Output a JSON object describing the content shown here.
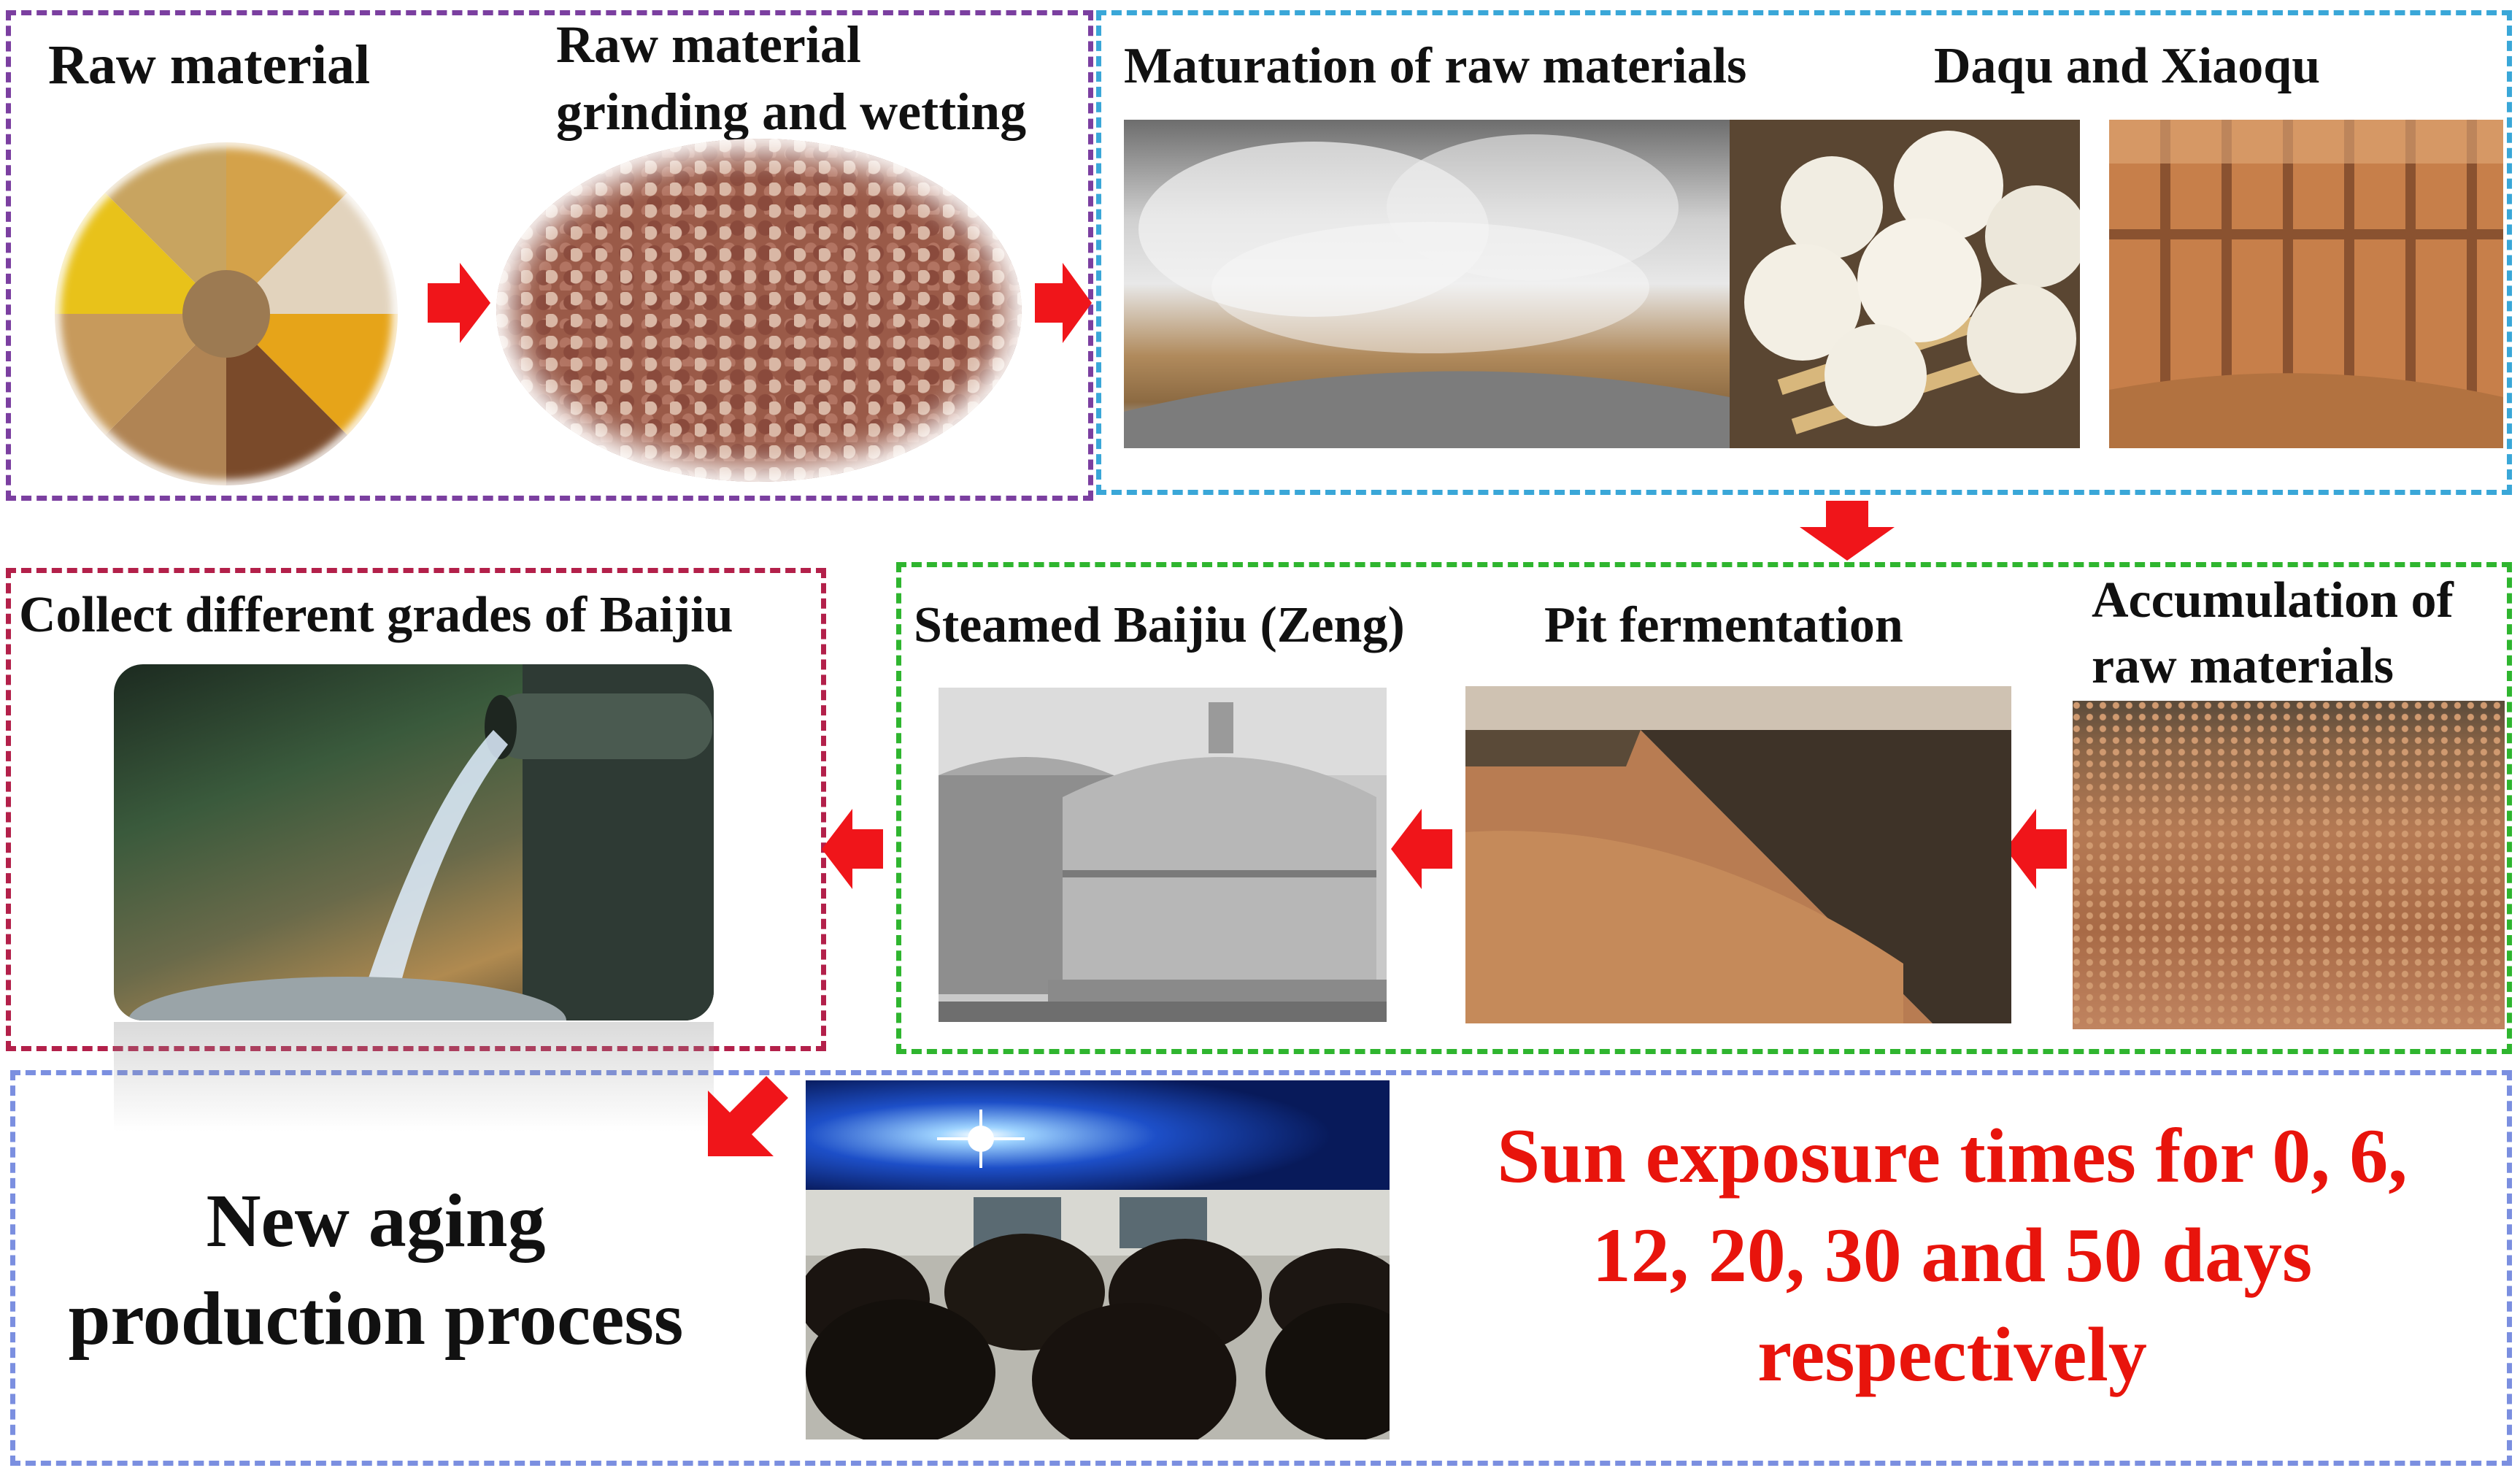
{
  "colors": {
    "box_purple": "#7b3fa0",
    "box_cyan": "#3aa7d8",
    "box_crimson": "#b3204a",
    "box_green": "#2fb52f",
    "box_blue": "#7b8fe0",
    "arrow_red": "#f0151a",
    "highlight_red": "#e8140c"
  },
  "steps": {
    "raw_material": "Raw material",
    "grinding_line1": "Raw material",
    "grinding_line2": "grinding and wetting",
    "maturation": "Maturation of raw materials",
    "daqu": "Daqu and Xiaoqu",
    "accumulation_line1": "Accumulation of",
    "accumulation_line2": "raw materials",
    "pit": "Pit fermentation",
    "steamed": "Steamed Baijiu (Zeng)",
    "collect": "Collect different grades of Baijiu"
  },
  "aging": {
    "line1": "New aging",
    "line2": "production process"
  },
  "sun": {
    "line1": "Sun exposure times for 0, 6,",
    "line2": "12, 20, 30 and 50 days",
    "line3": "respectively"
  },
  "icons": [
    "right-arrow-icon",
    "down-arrow-icon",
    "left-arrow-icon",
    "diagonal-arrow-icon"
  ]
}
